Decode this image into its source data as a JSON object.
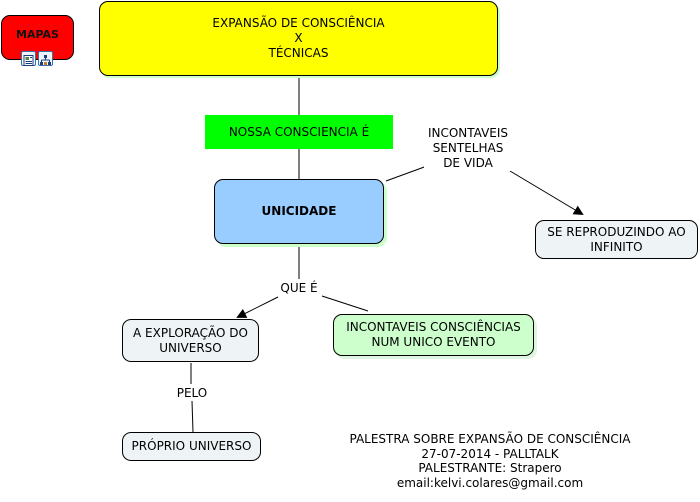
{
  "links": {
    "maps_button": "MAPAS",
    "maps_icons": [
      "document-image-icon",
      "hierarchy-map-icon"
    ]
  },
  "nodes": {
    "root": "EXPANSÃO DE CONSCIÊNCIA\nX\nTÉCNICAS",
    "nossa_consciencia": "NOSSA CONSCIENCIA É",
    "unicidade": "UNICIDADE",
    "se_reproduzindo": "SE REPRODUZINDO AO\nINFINITO",
    "exploracao": "A EXPLORAÇÃO DO\nUNIVERSO",
    "incontaveis_consciencias": "INCONTAVEIS CONSCIÊNCIAS\nNUM UNICO EVENTO",
    "proprio_universo": "PRÓPRIO UNIVERSO"
  },
  "linking_phrases": {
    "sentelhas": "INCONTAVEIS\nSENTELHAS\nDE VIDA",
    "que_e": "QUE É",
    "pelo": "PELO"
  },
  "footer": {
    "line1": "PALESTRA SOBRE EXPANSÃO DE CONSCIÊNCIA",
    "line2": "27-07-2014 - PALLTALK",
    "line3": "PALESTRANTE: Strapero",
    "line4": "email:kelvi.colares@gmail.com"
  },
  "colors": {
    "root_fill": "#ffff00",
    "nossa_fill": "#00ff00",
    "unicidade_fill": "#99ccff",
    "maps_fill": "#ff0000",
    "leaf_fill": "#eef3f6",
    "green_leaf_fill": "#ccffcc",
    "shadow": "#ccffcc"
  }
}
